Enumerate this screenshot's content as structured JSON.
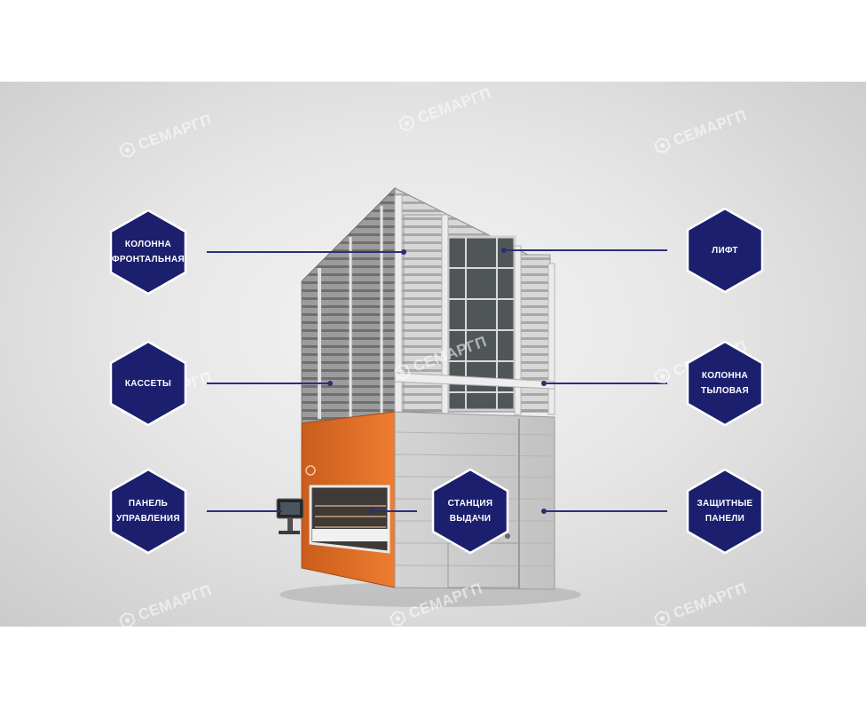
{
  "watermark": {
    "text": "СЕМАРГП"
  },
  "colors": {
    "hex_fill": "#1b1f6e",
    "hex_glow": "#ffffff",
    "leader_line": "#2b2f7a",
    "machine_orange": "#e8742a",
    "machine_grey": "#a8a8a8"
  },
  "callouts": [
    {
      "id": "column-front",
      "label_l1": "колонна",
      "label_l2": "фронтальная"
    },
    {
      "id": "cassettes",
      "label_l1": "кассеты",
      "label_l2": ""
    },
    {
      "id": "control-panel",
      "label_l1": "панель",
      "label_l2": "управления"
    },
    {
      "id": "issue-station",
      "label_l1": "станция",
      "label_l2": "выдачи"
    },
    {
      "id": "lift",
      "label_l1": "лифт",
      "label_l2": ""
    },
    {
      "id": "column-rear",
      "label_l1": "колонна",
      "label_l2": "тыловая"
    },
    {
      "id": "protective-panels",
      "label_l1": "защитные",
      "label_l2": "панели"
    }
  ]
}
